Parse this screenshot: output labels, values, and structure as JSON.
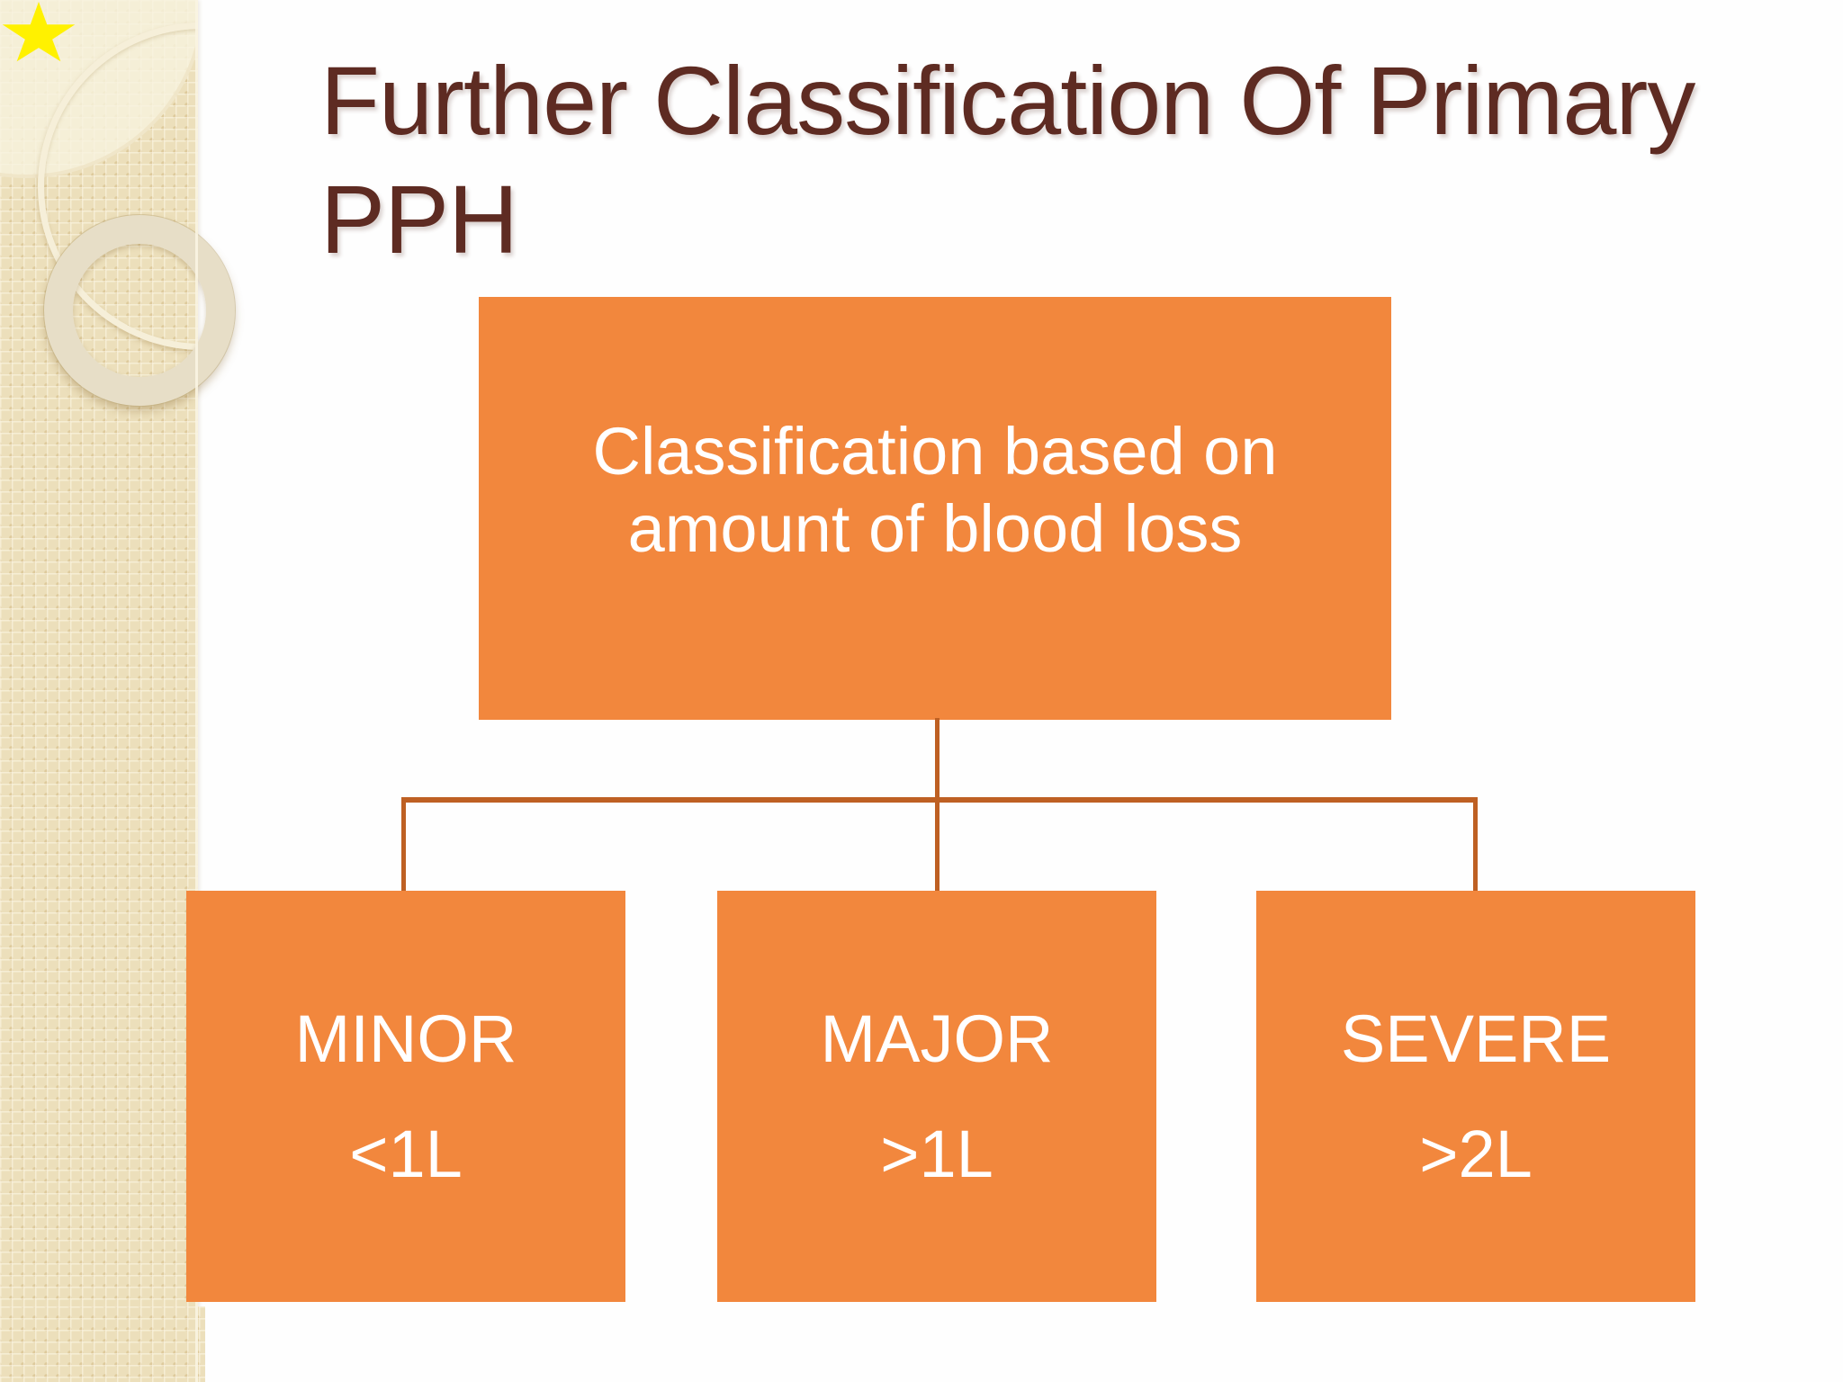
{
  "slide": {
    "title_line1": "Further Classification Of Primary",
    "title_line2": "PPH",
    "colors": {
      "title_text": "#5e2b22",
      "box_fill": "#f2873d",
      "box_text": "#ffffff",
      "connector": "#be6023",
      "sidebar_beige": "#ecdfbb",
      "star_yellow": "#fff100",
      "background": "#ffffff"
    },
    "diagram": {
      "root": {
        "line1": "Classification based on",
        "line2": "amount of blood loss"
      },
      "children": [
        {
          "label": "MINOR",
          "value": "<1L"
        },
        {
          "label": "MAJOR",
          "value": ">1L"
        },
        {
          "label": "SEVERE",
          "value": ">2L"
        }
      ]
    }
  }
}
